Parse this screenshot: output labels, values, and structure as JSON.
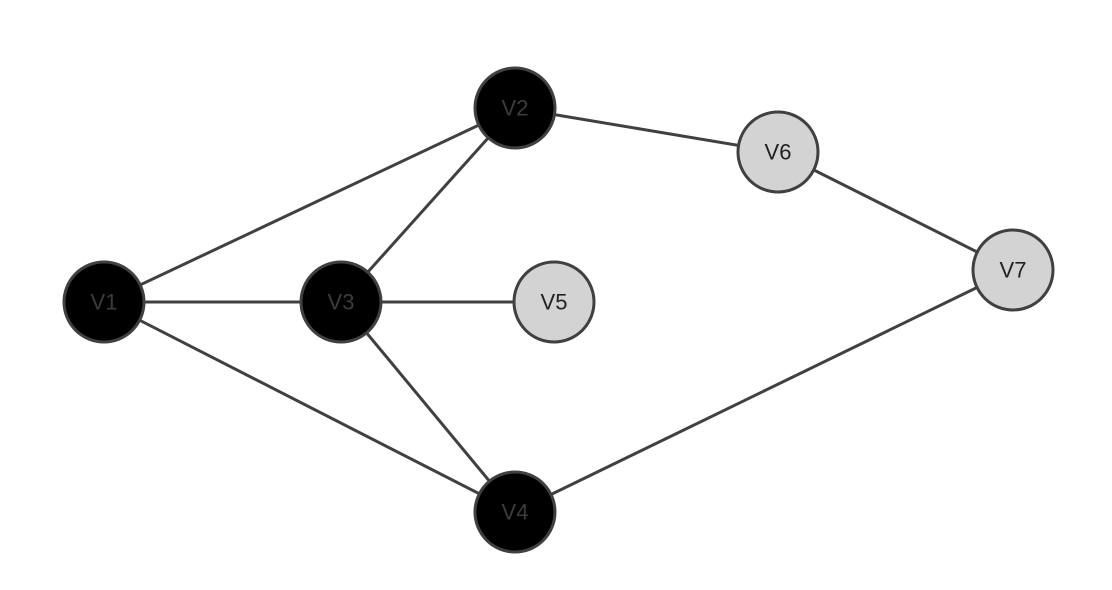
{
  "colors": {
    "edge": "#404040",
    "dark_fill": "#000000",
    "dark_label": "#3c3c3c",
    "light_fill": "#d3d3d3",
    "light_label": "#222222"
  },
  "nodes": [
    {
      "id": "V1",
      "label": "V1",
      "style": "dark"
    },
    {
      "id": "V2",
      "label": "V2",
      "style": "dark"
    },
    {
      "id": "V3",
      "label": "V3",
      "style": "dark"
    },
    {
      "id": "V4",
      "label": "V4",
      "style": "dark"
    },
    {
      "id": "V5",
      "label": "V5",
      "style": "light"
    },
    {
      "id": "V6",
      "label": "V6",
      "style": "light"
    },
    {
      "id": "V7",
      "label": "V7",
      "style": "light"
    }
  ],
  "edges": [
    [
      "V1",
      "V2"
    ],
    [
      "V1",
      "V3"
    ],
    [
      "V1",
      "V4"
    ],
    [
      "V2",
      "V3"
    ],
    [
      "V2",
      "V6"
    ],
    [
      "V3",
      "V5"
    ],
    [
      "V3",
      "V4"
    ],
    [
      "V6",
      "V7"
    ],
    [
      "V7",
      "V4"
    ]
  ]
}
